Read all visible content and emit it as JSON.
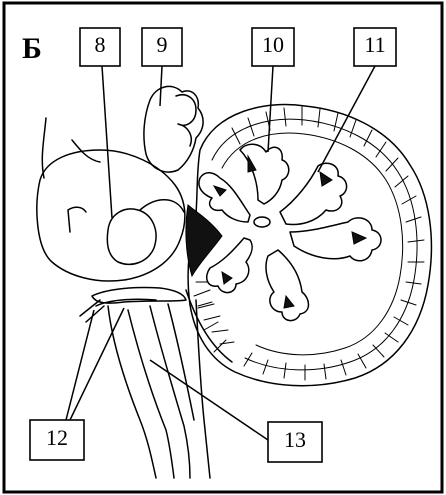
{
  "panel_label": "Б",
  "labels": {
    "l8": "8",
    "l9": "9",
    "l10": "10",
    "l11": "11",
    "l12": "12",
    "l13": "13"
  }
}
